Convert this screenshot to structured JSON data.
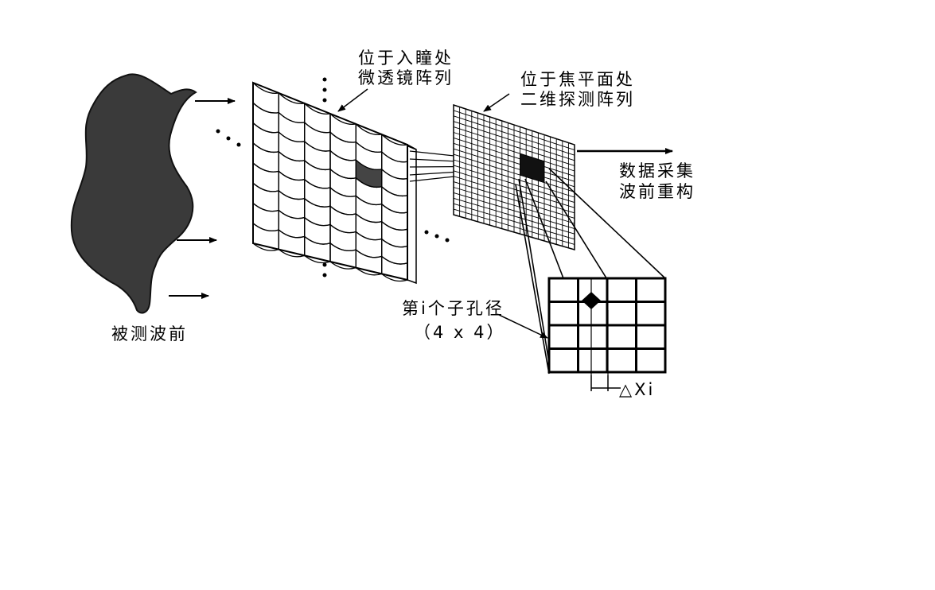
{
  "labels": {
    "wavefront": "被测波前",
    "lenslet_line1": "位于入瞳处",
    "lenslet_line2": "微透镜阵列",
    "detector_line1": "位于焦平面处",
    "detector_line2": "二维探测阵列",
    "output_line1": "数据采集",
    "output_line2": "波前重构",
    "subaperture_line1": "第i个子孔径",
    "subaperture_line2": "（4 x 4）",
    "delta": "△Xi"
  },
  "colors": {
    "ink": "#000000",
    "wavefront_fill": "#3a3a3a",
    "background": "#ffffff"
  },
  "icons": [
    "arrow-right-icon",
    "centroid-spot-icon"
  ]
}
